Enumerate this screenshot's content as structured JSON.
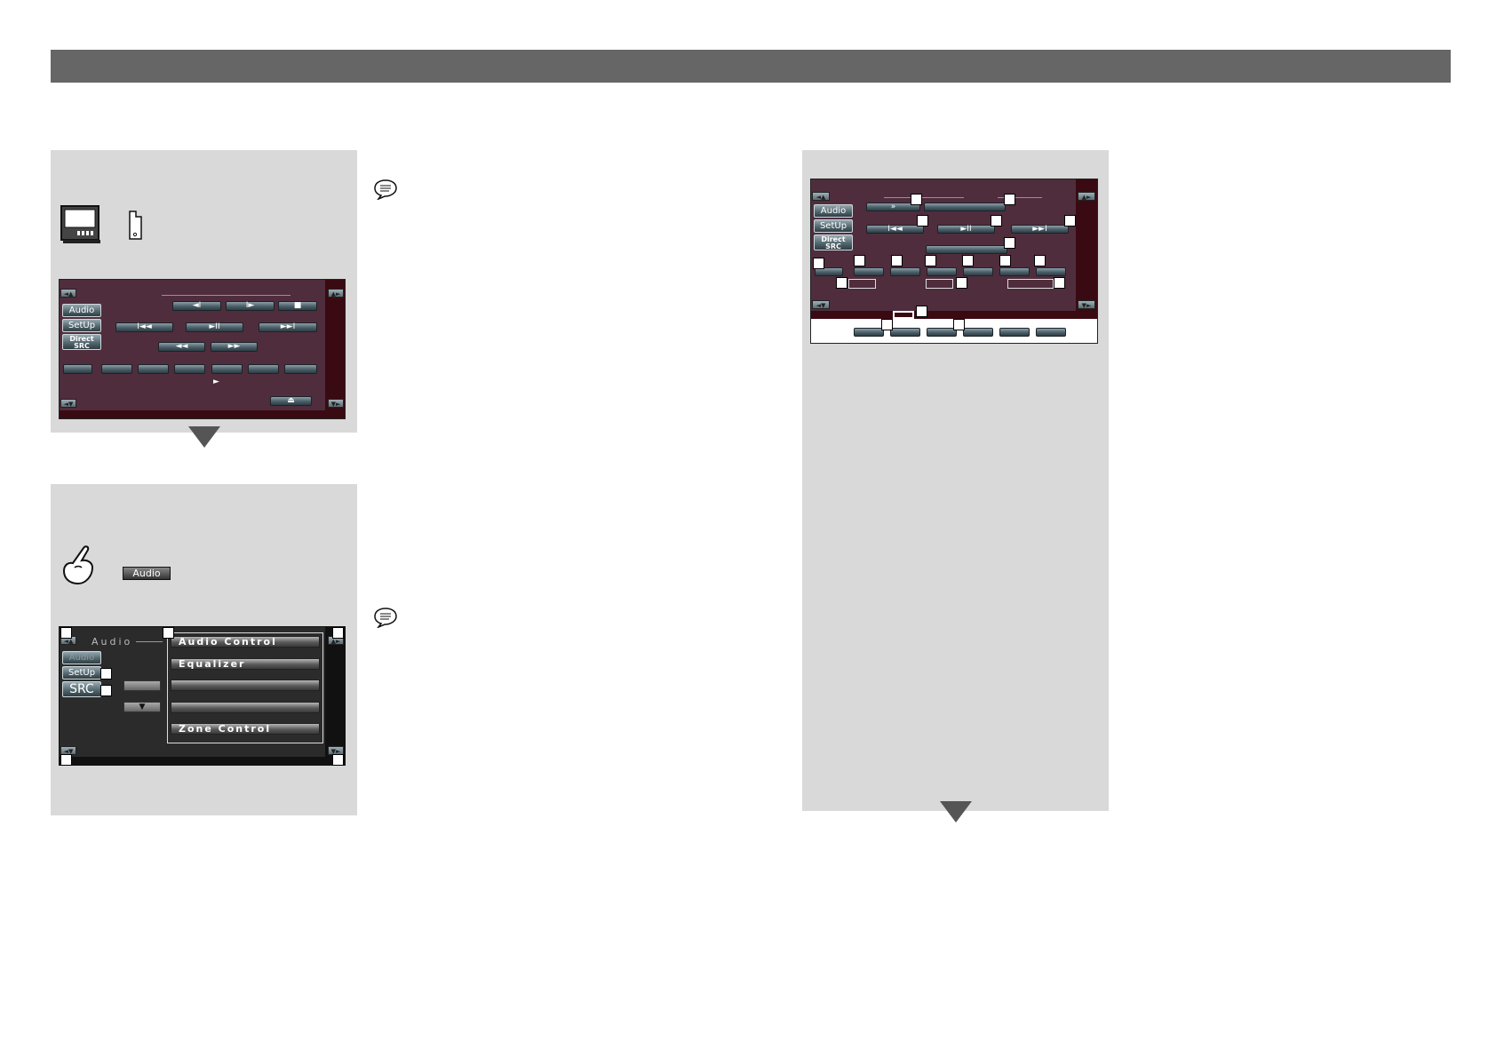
{
  "side_tabs": {
    "audio": "Audio",
    "setup": "SetUp",
    "direct_src": "Direct SRC",
    "src": "SRC"
  },
  "audio_button_label": "Audio",
  "audio_menu": {
    "title": "Audio",
    "items": [
      "Audio Control",
      "Equalizer",
      "",
      "",
      "Zone Control"
    ]
  },
  "glyphs": {
    "prev_frame": "◄I",
    "next_frame": "I►",
    "stop": "■",
    "prev_track": "I◄◄",
    "play_pause": "►II",
    "next_track": "►►I",
    "rewind": "◄◄",
    "fast_forward": "►►",
    "play_indicator": "►",
    "eject": "⏏",
    "skip_forward": "»",
    "dropdown": "▼"
  },
  "colors": {
    "header_bar": "#666666",
    "panel_bg": "#d9d9d9",
    "screen_bg": "#4f2d3d",
    "screen_strip": "#3a0a12"
  }
}
